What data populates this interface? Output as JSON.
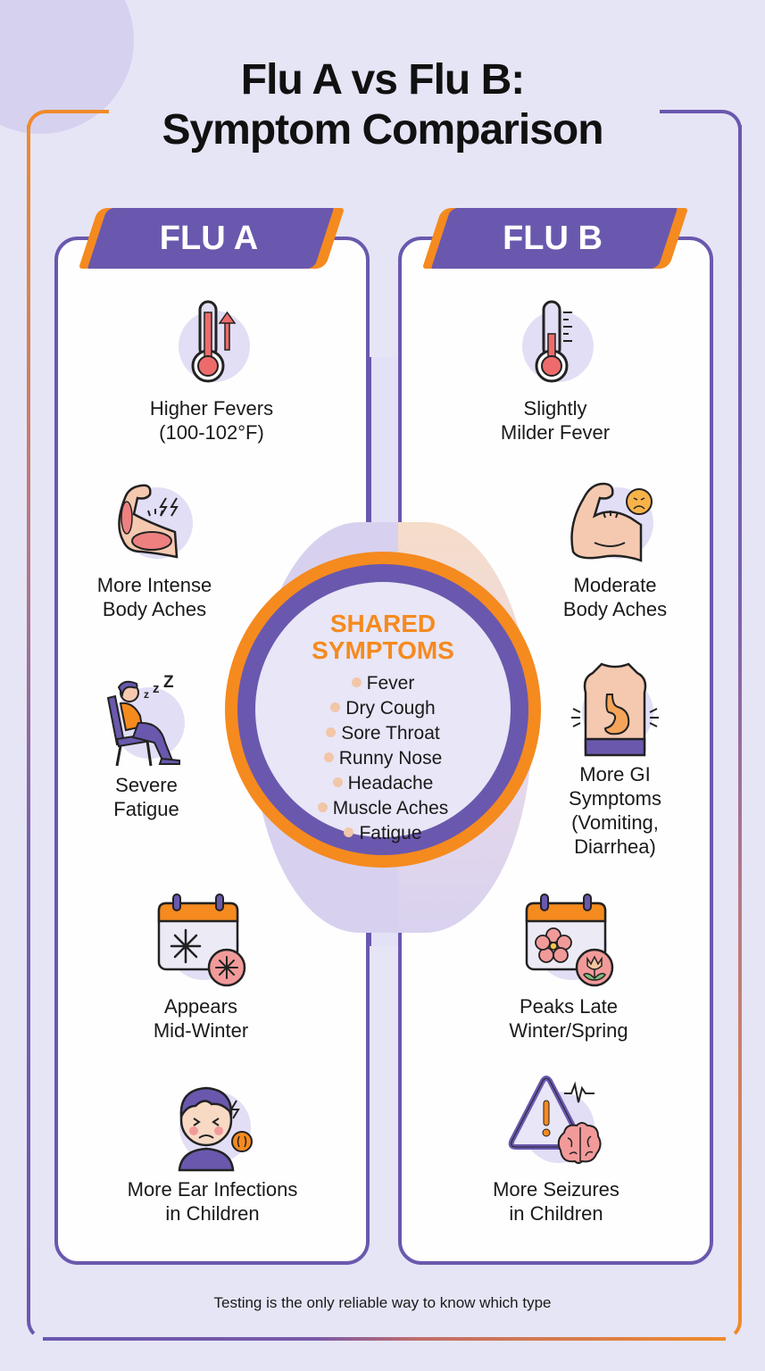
{
  "title": {
    "line1": "Flu A vs Flu B:",
    "line2": "Symptom Comparison"
  },
  "colors": {
    "purple": "#6a58ae",
    "orange": "#f58a1f",
    "background": "#e6e5f6",
    "panel": "#fefefe",
    "icon_red": "#ee6b6b"
  },
  "flu_a": {
    "label": "FLU A",
    "items": [
      {
        "icon": "thermometer-up-icon",
        "line1": "Higher Fevers",
        "line2": "(100-102°F)"
      },
      {
        "icon": "flexed-arm-pain-icon",
        "line1": "More Intense",
        "line2": "Body Aches"
      },
      {
        "icon": "sleeping-person-icon",
        "line1": "Severe",
        "line2": "Fatigue"
      },
      {
        "icon": "calendar-snowflake-icon",
        "line1": "Appears",
        "line2": "Mid-Winter"
      },
      {
        "icon": "child-earache-icon",
        "line1": "More Ear Infections",
        "line2": "in Children"
      }
    ]
  },
  "flu_b": {
    "label": "FLU B",
    "items": [
      {
        "icon": "thermometer-icon",
        "line1": "Slightly",
        "line2": "Milder Fever"
      },
      {
        "icon": "flexed-arm-sad-icon",
        "line1": "Moderate",
        "line2": "Body Aches"
      },
      {
        "icon": "stomach-icon",
        "line1": "More GI",
        "line2": "Symptoms",
        "line3": "(Vomiting,",
        "line4": "Diarrhea)"
      },
      {
        "icon": "calendar-flower-icon",
        "line1": "Peaks Late",
        "line2": "Winter/Spring"
      },
      {
        "icon": "warning-brain-icon",
        "line1": "More Seizures",
        "line2": "in Children"
      }
    ]
  },
  "shared": {
    "title_line1": "SHARED",
    "title_line2": "SYMPTOMS",
    "items": [
      "Fever",
      "Dry Cough",
      "Sore Throat",
      "Runny Nose",
      "Headache",
      "Muscle Aches",
      "Fatigue"
    ]
  },
  "footer": "Testing is the only reliable way to know which type"
}
